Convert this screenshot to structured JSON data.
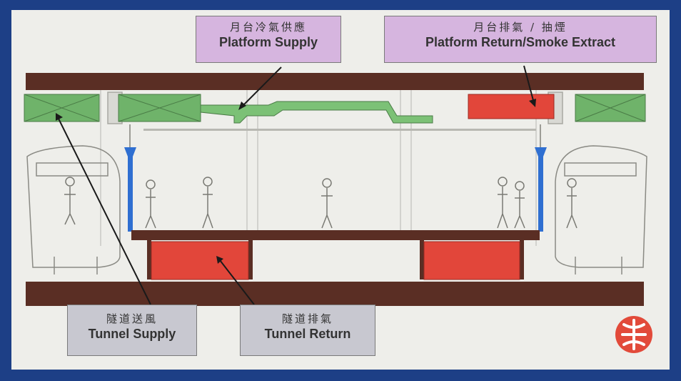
{
  "labels": {
    "platform_supply": {
      "zh": "月台冷氣供應",
      "en": "Platform Supply"
    },
    "platform_return": {
      "zh": "月台排氣 / 抽煙",
      "en": "Platform Return/Smoke Extract"
    },
    "tunnel_supply": {
      "zh": "隧道送風",
      "en": "Tunnel Supply"
    },
    "tunnel_return": {
      "zh": "隧道排氣",
      "en": "Tunnel Return"
    }
  },
  "colors": {
    "frame": "#1d3f86",
    "background": "#eeeeea",
    "slab": "#5a2e24",
    "supply_duct": "#6fb36a",
    "return_duct": "#e2463a",
    "drop_pipe": "#2f6fd1",
    "label_purple": "#d6b5df",
    "label_grey": "#c8c8d0",
    "logo": "#e24a3a"
  },
  "icons": {
    "logo": "mtr-logo-icon"
  }
}
